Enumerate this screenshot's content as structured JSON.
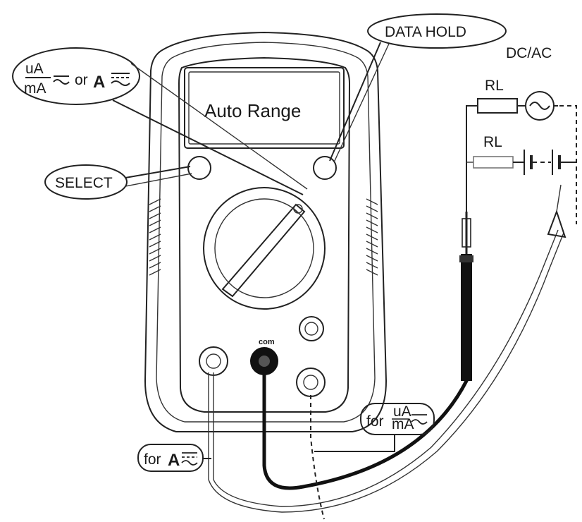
{
  "display": {
    "text": "Auto Range"
  },
  "callouts": {
    "data_hold": "DATA HOLD",
    "select": "SELECT",
    "ua_numer": "uA",
    "ua_denom": "mA",
    "or_word": "or",
    "amp_letter": "A"
  },
  "circuit": {
    "title": "DC/AC",
    "rl_top": "RL",
    "rl_bottom": "RL"
  },
  "terminals": {
    "com": "com"
  },
  "leads": {
    "for_word_right": "for",
    "right_numer": "uA",
    "right_denom": "mA",
    "for_word_left": "for",
    "left_amp": "A"
  },
  "icons": [
    "ac-dc-symbol-icon",
    "ac-source-icon",
    "battery-icon",
    "resistor-icon",
    "rotary-dial-icon"
  ]
}
